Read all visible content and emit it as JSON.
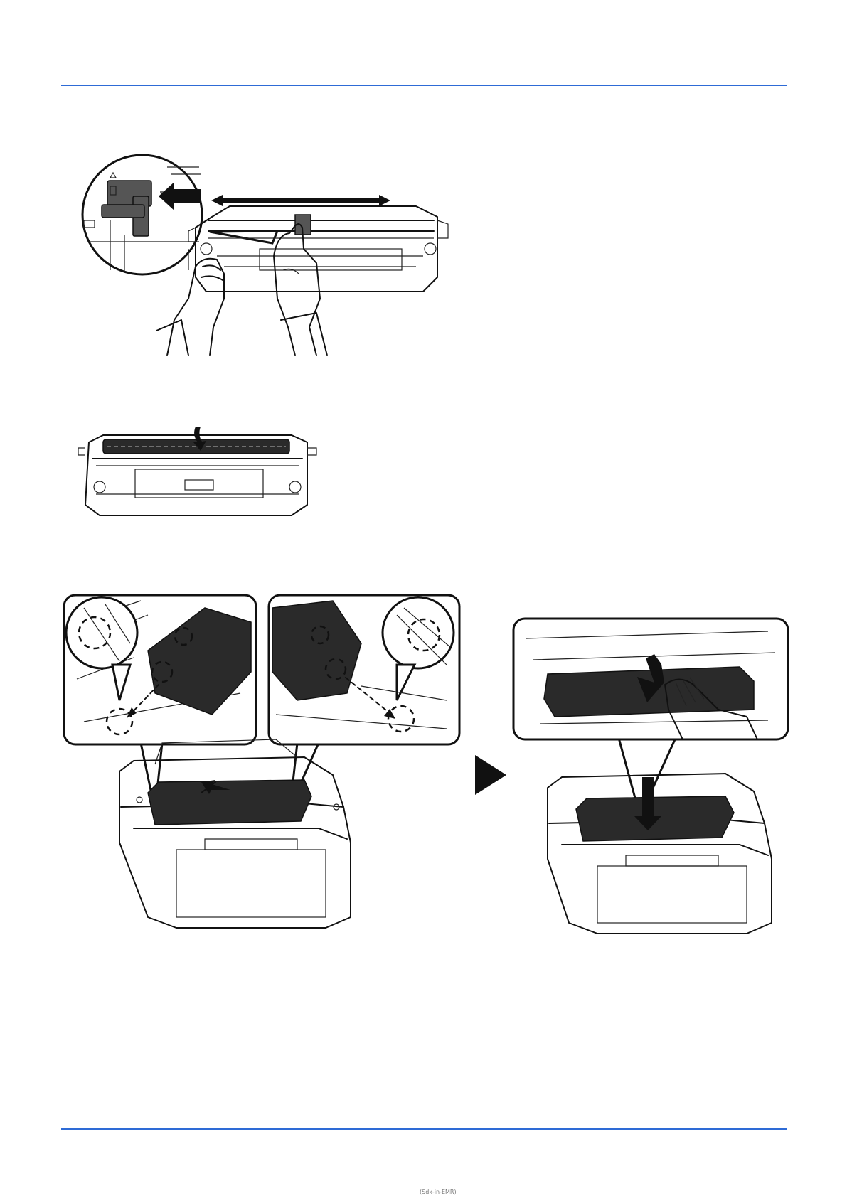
{
  "page": {
    "rule_color": "#2e6bd6",
    "footer_text": "(Sdk-in-EMR)"
  },
  "figures": [
    {
      "icon": "drum-charger-cleaning-hands"
    },
    {
      "icon": "drum-unit-charger-wire"
    },
    {
      "icon": "printer-drum-install-callouts"
    },
    {
      "icon": "step-arrow"
    },
    {
      "icon": "printer-drum-push-down-callout"
    }
  ]
}
